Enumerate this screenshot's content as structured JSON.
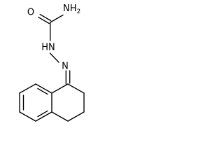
{
  "molecule": {
    "atoms": {
      "carbonyl_oxygen": "O",
      "amide_nitrogen": "NH",
      "amide_nitrogen_subscript": "2",
      "hydrazone_nh": "HN",
      "imine_nitrogen": "N"
    },
    "bond_color": "#000000",
    "label_color": "#000000",
    "background": "#ffffff"
  }
}
